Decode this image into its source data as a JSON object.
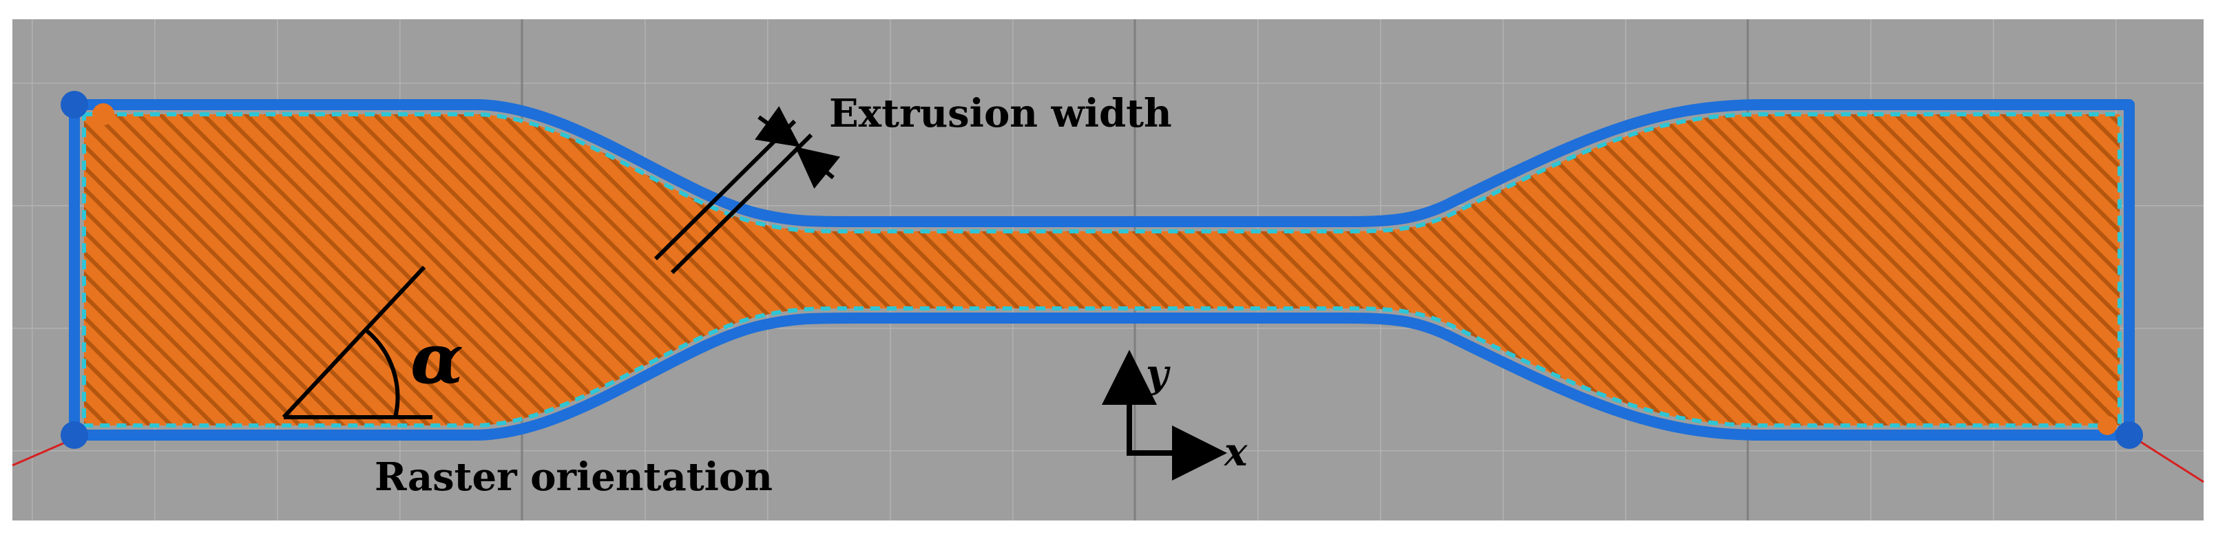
{
  "labels": {
    "extrusion_width": "Extrusion width",
    "raster_orientation": "Raster orientation",
    "angle_symbol": "α",
    "axis_x": "x",
    "axis_y": "y"
  },
  "colors": {
    "background": "#9e9e9e",
    "grid": "#b0b0b0",
    "grid_dark": "#8a8a8a",
    "infill": "#e8741f",
    "infill_stripe": "#b5560f",
    "perimeter": "#1e6fd9",
    "inner_perimeter": "#2ec6d6",
    "marker": "#1b5fc7",
    "marker_orange": "#e8741f",
    "annotation": "#000000",
    "red_axis": "#d62020"
  },
  "icons": {
    "start_marker": "sphere-marker-icon",
    "axis_arrow": "arrow-icon"
  }
}
